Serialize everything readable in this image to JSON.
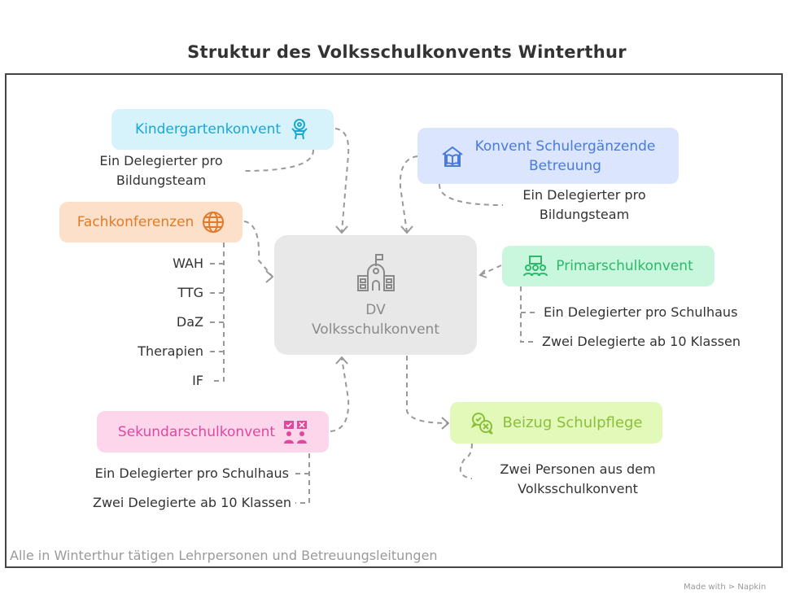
{
  "title": "Struktur des Volksschulkonvents Winterthur",
  "center": {
    "line1": "DV",
    "line2": "Volksschulkonvent",
    "icon": "school-icon"
  },
  "kindergarten": {
    "label": "Kindergartenkonvent",
    "icon": "child-icon",
    "desc": [
      "Ein Delegierter pro",
      "Bildungsteam"
    ],
    "color": "#1aa6d6",
    "bg": "#d6f3fb"
  },
  "schulergaenzend": {
    "label": [
      "Konvent Schulergänzende",
      "Betreuung"
    ],
    "icon": "house-book-icon",
    "desc": [
      "Ein Delegierter pro",
      "Bildungsteam"
    ],
    "color": "#4a7bd9",
    "bg": "#dbe5fd"
  },
  "fachkonferenzen": {
    "label": "Fachkonferenzen",
    "icon": "globe-icon",
    "items": [
      "WAH",
      "TTG",
      "DaZ",
      "Therapien",
      "IF"
    ],
    "color": "#e07b2a",
    "bg": "#fde0c9"
  },
  "primar": {
    "label": "Primarschulkonvent",
    "icon": "classroom-icon",
    "items": [
      "Ein Delegierter pro Schulhaus",
      "Zwei Delegierte ab 10 Klassen"
    ],
    "color": "#2db86a",
    "bg": "#c8f7dd"
  },
  "sekundar": {
    "label": "Sekundarschulkonvent",
    "icon": "vote-icon",
    "items": [
      "Ein Delegierter pro Schulhaus",
      "Zwei Delegierte ab 10 Klassen"
    ],
    "color": "#e0489f",
    "bg": "#fdd6ec"
  },
  "beizug": {
    "label": "Beizug Schulpflege",
    "icon": "chat-icon",
    "desc": [
      "Zwei Personen aus dem",
      "Volksschulkonvent"
    ],
    "color": "#8bbf3a",
    "bg": "#e3f9ba"
  },
  "footer": "Alle in Winterthur tätigen Lehrpersonen und Betreuungsleitungen",
  "made_with": "Made with ⋗ Napkin"
}
